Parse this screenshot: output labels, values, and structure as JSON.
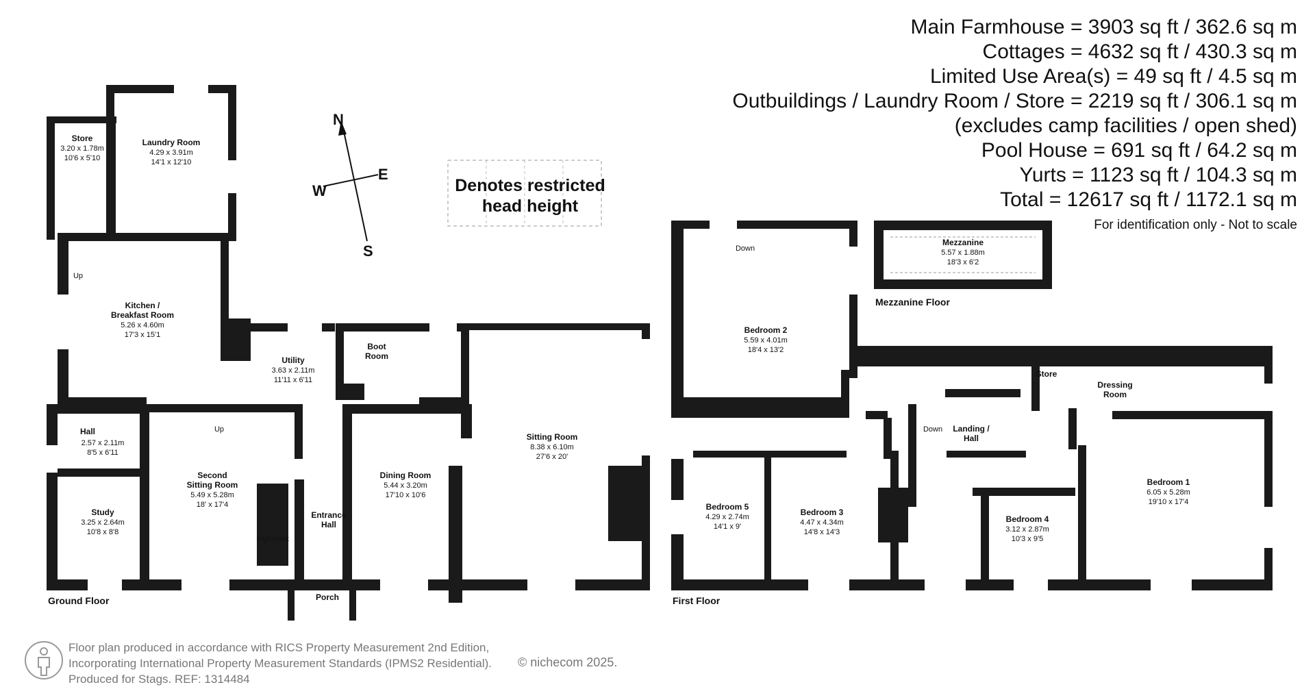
{
  "areas": [
    "Main Farmhouse = 3903 sq ft / 362.6 sq m",
    "Cottages = 4632 sq ft / 430.3 sq m",
    "Limited Use Area(s) = 49 sq ft / 4.5 sq m",
    "Outbuildings / Laundry Room / Store = 2219 sq ft / 306.1 sq m",
    "(excludes camp facilities / open shed)",
    "Pool House = 691 sq ft / 64.2 sq m",
    "Yurts = 1123 sq ft / 104.3 sq m",
    "Total = 12617 sq ft / 1172.1 sq m"
  ],
  "scale_note": "For identification only - Not to scale",
  "restricted_legend": "Denotes restricted head height",
  "compass": {
    "n": "N",
    "s": "S",
    "e": "E",
    "w": "W"
  },
  "floors": {
    "ground": "Ground Floor",
    "first": "First Floor",
    "mezzanine": "Mezzanine Floor"
  },
  "rooms": {
    "store_ground": {
      "name": "Store",
      "metric": "3.20 x 1.78m",
      "imperial": "10'6 x 5'10"
    },
    "laundry": {
      "name": "Laundry Room",
      "metric": "4.29 x 3.91m",
      "imperial": "14'1 x 12'10"
    },
    "kitchen": {
      "name1": "Kitchen /",
      "name2": "Breakfast Room",
      "metric": "5.26 x 4.60m",
      "imperial": "17'3 x 15'1"
    },
    "utility": {
      "name": "Utility",
      "metric": "3.63 x 2.11m",
      "imperial": "11'11 x 6'11"
    },
    "boot": {
      "name1": "Boot",
      "name2": "Room"
    },
    "sitting": {
      "name": "Sitting Room",
      "metric": "8.38 x 6.10m",
      "imperial": "27'6 x 20'"
    },
    "hall": {
      "name": "Hall",
      "metric": "2.57 x 2.11m",
      "imperial": "8'5 x 6'11"
    },
    "second_sitting": {
      "name1": "Second",
      "name2": "Sitting Room",
      "metric": "5.49 x 5.28m",
      "imperial": "18' x 17'4"
    },
    "study": {
      "name": "Study",
      "metric": "3.25 x 2.64m",
      "imperial": "10'8 x 8'8"
    },
    "inglenook": "Inglenook",
    "entrance": {
      "name1": "Entrance",
      "name2": "Hall"
    },
    "dining": {
      "name": "Dining Room",
      "metric": "5.44 x 3.20m",
      "imperial": "17'10 x 10'6"
    },
    "porch": "Porch",
    "bedroom2": {
      "name": "Bedroom 2",
      "metric": "5.59 x 4.01m",
      "imperial": "18'4 x 13'2"
    },
    "mezzanine": {
      "name": "Mezzanine",
      "metric": "5.57 x 1.88m",
      "imperial": "18'3 x 6'2"
    },
    "store_first": "Store",
    "dressing": {
      "name1": "Dressing",
      "name2": "Room"
    },
    "landing": {
      "name1": "Landing /",
      "name2": "Hall"
    },
    "bedroom1": {
      "name": "Bedroom 1",
      "metric": "6.05 x 5.28m",
      "imperial": "19'10 x 17'4"
    },
    "bedroom5": {
      "name": "Bedroom 5",
      "metric": "4.29 x 2.74m",
      "imperial": "14'1 x 9'"
    },
    "bedroom3": {
      "name": "Bedroom 3",
      "metric": "4.47 x 4.34m",
      "imperial": "14'8 x 14'3"
    },
    "bedroom4": {
      "name": "Bedroom 4",
      "metric": "3.12 x 2.87m",
      "imperial": "10'3 x 9'5"
    }
  },
  "stair_labels": {
    "up": "Up",
    "down": "Down"
  },
  "footer": {
    "line1": "Floor plan produced in accordance with RICS Property Measurement 2nd Edition,",
    "line2": "Incorporating International Property Measurement Standards (IPMS2 Residential).",
    "line3": "Produced for Stags.   REF: 1314484",
    "credit": "© nichecom 2025."
  },
  "colors": {
    "wall": "#1a1a1a",
    "text": "#111111",
    "footer": "#777777"
  }
}
